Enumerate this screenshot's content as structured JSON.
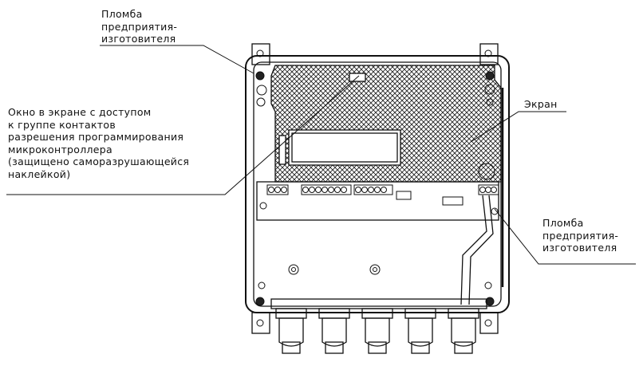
{
  "labels": {
    "seal_top": [
      "Пломба",
      "предприятия-",
      "изготовителя"
    ],
    "window": [
      "Окно в экране с доступом",
      "к группе контактов",
      "разрешения программирования",
      "микроконтроллера",
      "(защищено саморазрушающейся",
      "наклейкой)"
    ],
    "screen": "Экран",
    "seal_right": [
      "Пломба",
      "предприятия-",
      "изготовителя"
    ]
  }
}
